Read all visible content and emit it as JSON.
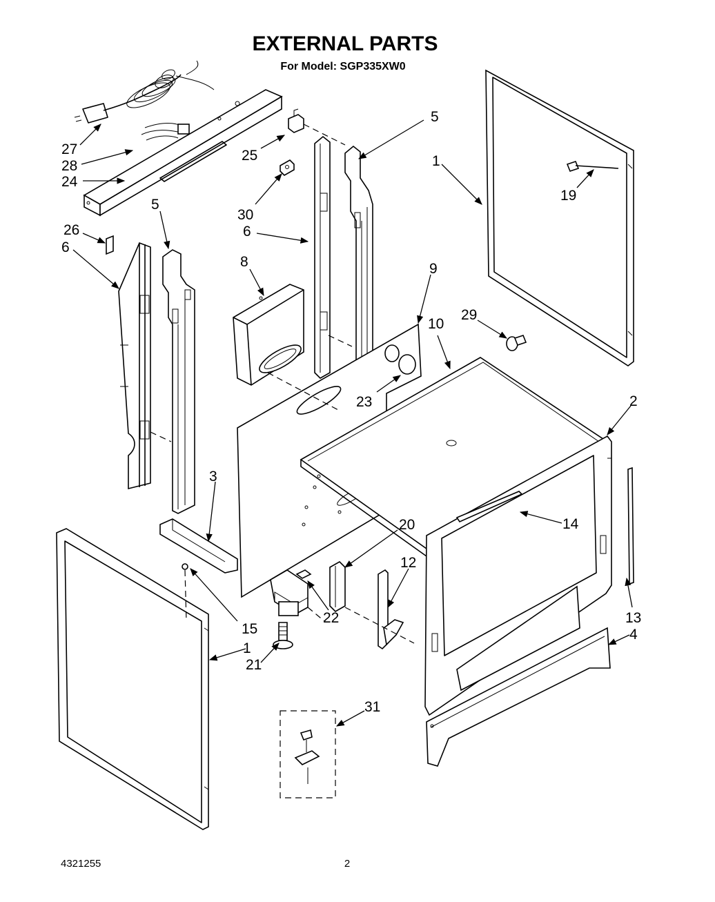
{
  "header": {
    "title": "EXTERNAL PARTS",
    "subtitle": "For Model: SGP335XW0"
  },
  "callouts": [
    "27",
    "28",
    "24",
    "25",
    "5",
    "1",
    "19",
    "26",
    "6",
    "5",
    "30",
    "6",
    "8",
    "9",
    "29",
    "10",
    "23",
    "2",
    "3",
    "14",
    "20",
    "12",
    "15",
    "22",
    "1",
    "21",
    "13",
    "4",
    "31"
  ],
  "footer": {
    "doc_number": "4321255",
    "page_number": "2"
  }
}
